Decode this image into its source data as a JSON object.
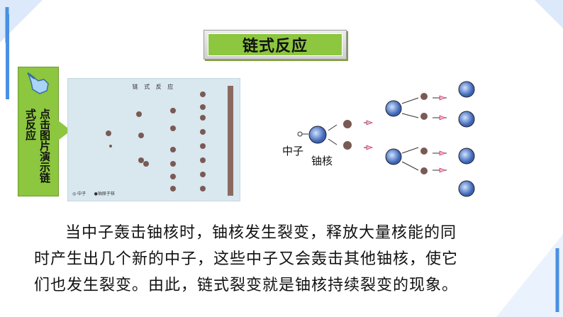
{
  "title": "链式反应",
  "side_tab": {
    "col1": "点击图片演示链",
    "col2": "式反应"
  },
  "video_thumbnail": {
    "title": "链 式 反 应",
    "legend_neutron": "中子",
    "legend_nucleus": "铀原子核"
  },
  "diagram": {
    "neutron_label": "中子",
    "nucleus_label": "铀核"
  },
  "paragraph": {
    "line1": "当中子轰击铀核时，铀核发生裂变，释放大量核能的同",
    "line2": "时产生出几个新的中子，这些中子又会轰击其他铀核，使它",
    "line3": "们也发生裂变。由此，链式裂变就是铀核持续裂变的现象。"
  },
  "colors": {
    "accent_green": "#8dc63f",
    "frame_blue": "#4a90e2"
  }
}
